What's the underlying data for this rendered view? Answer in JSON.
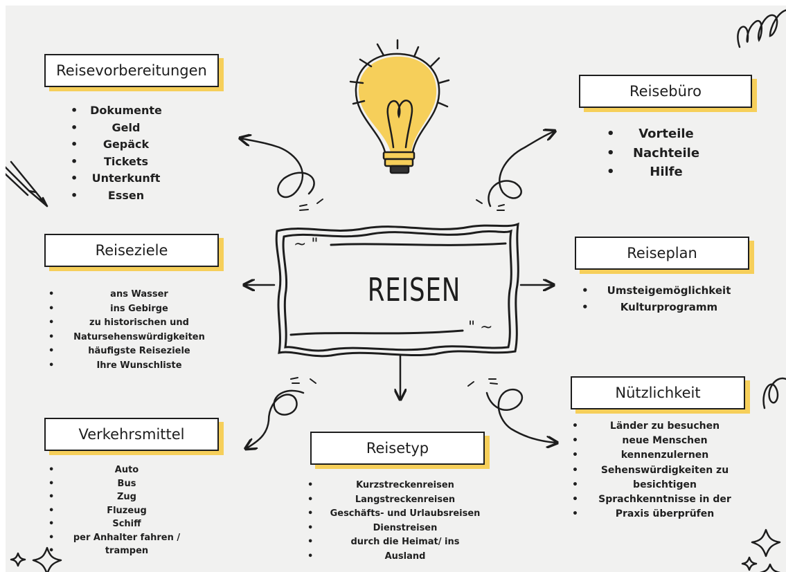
{
  "center": {
    "title": "REISEN"
  },
  "reisevorbereitungen": {
    "title": "Reisevorbereitungen",
    "items": [
      "Dokumente",
      "Geld",
      "Gepäck",
      "Tickets",
      "Unterkunft",
      "Essen"
    ]
  },
  "reisebuero": {
    "title": "Reisebüro",
    "items": [
      "Vorteile",
      "Nachteile",
      "Hilfe"
    ]
  },
  "reiseziele": {
    "title": "Reiseziele",
    "items": [
      "ans Wasser",
      "ins Gebirge",
      "zu historischen und",
      "Natursehenswürdigkeiten",
      "häufigste Reiseziele",
      "Ihre Wunschliste"
    ]
  },
  "reiseplan": {
    "title": "Reiseplan",
    "items": [
      "Umsteigemöglichkeit",
      "Kulturprogramm"
    ]
  },
  "verkehrsmittel": {
    "title": "Verkehrsmittel",
    "items": [
      "Auto",
      "Bus",
      "Zug",
      "Fluzeug",
      "Schiff",
      "per Anhalter fahren /",
      "trampen"
    ]
  },
  "reisetyp": {
    "title": "Reisetyp",
    "items": [
      "Kurzstreckenreisen",
      "Langstreckenreisen",
      "Geschäfts- und Urlaubsreisen",
      "Dienstreisen",
      "durch die Heimat/ ins",
      "Ausland"
    ]
  },
  "nuetzlichkeit": {
    "title": "Nützlichkeit",
    "items": [
      "Länder zu besuchen",
      "neue Menschen",
      "kennenzulernen",
      "Sehenswürdigkeiten zu",
      "besichtigen",
      "Sprachkenntnisse in der",
      "Praxis überprüfen"
    ]
  },
  "colors": {
    "accent": "#f6cf5a",
    "ink": "#1d1d1d",
    "background": "#f1f1f0"
  },
  "icons": [
    "lightbulb-icon",
    "pencil-icon",
    "squiggle-icon",
    "sparkle-icon"
  ]
}
